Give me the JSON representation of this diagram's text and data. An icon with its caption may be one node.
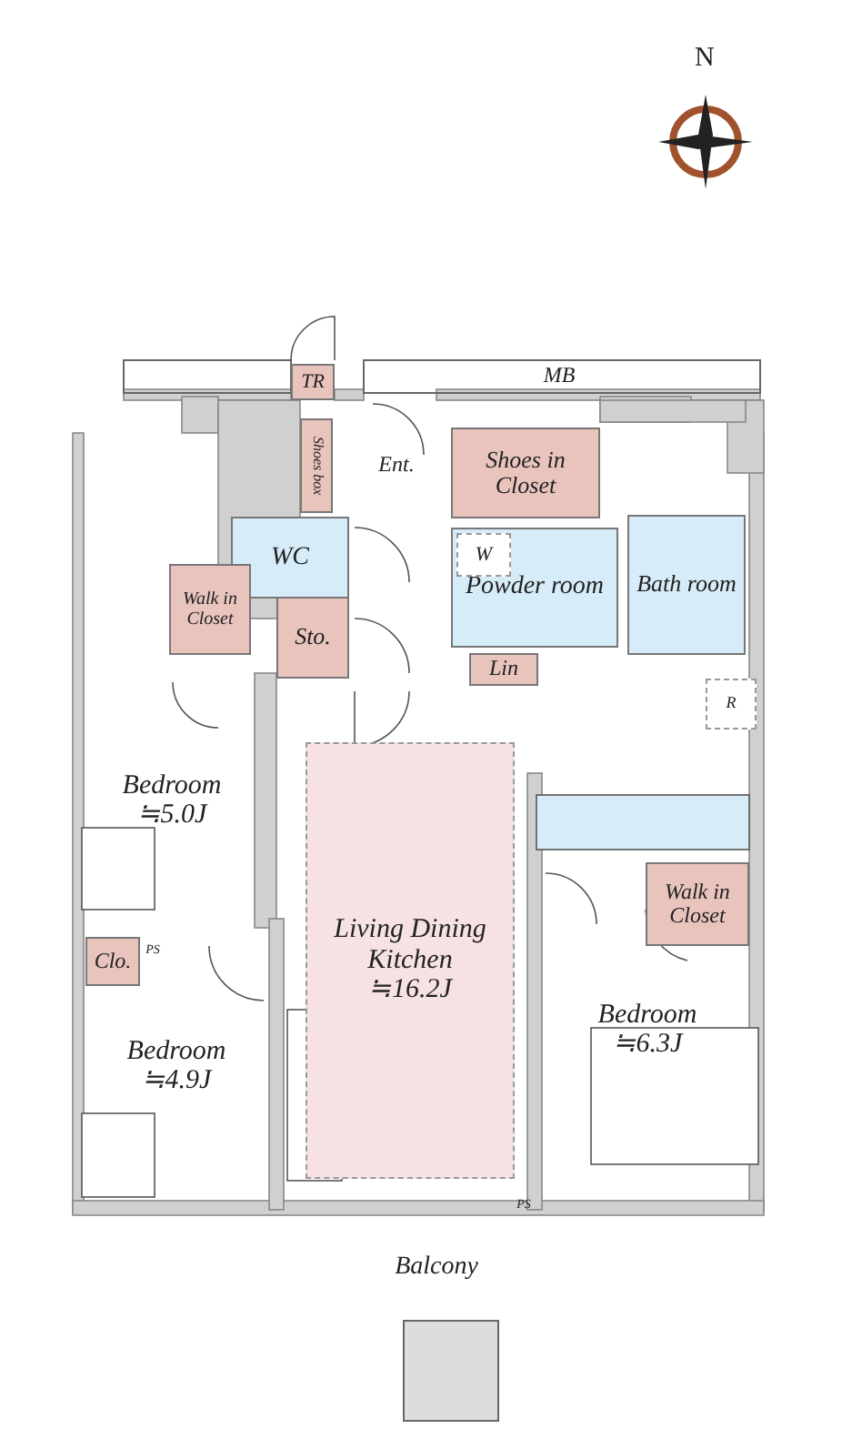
{
  "diagram": {
    "nodes": [
      {
        "text": [
          "TR"
        ]
      },
      {
        "text": [
          "MB"
        ]
      },
      {
        "text": [
          "Shoes box"
        ]
      },
      {
        "text": [
          "Ent."
        ]
      },
      {
        "text": [
          "Shoes in Closet"
        ]
      },
      {
        "text": [
          "WC"
        ]
      },
      {
        "text": [
          "Powder room"
        ]
      },
      {
        "text": [
          "W"
        ],
        "in": 6
      },
      {
        "text": [
          "Bath room"
        ]
      },
      {
        "text": [
          "Walk in Closet"
        ]
      },
      {
        "text": [
          "Sto."
        ]
      },
      {
        "text": [
          "Lin"
        ]
      },
      {
        "text": [
          "R"
        ]
      },
      {
        "text": [
          "Bedroom",
          "≒5.0J"
        ]
      },
      {
        "text": [
          "Living Dining Kitchen",
          "≒16.2J"
        ]
      },
      {
        "text": [
          "Bedroom",
          "≒6.3J"
        ]
      },
      {
        "text": [
          "Walk in Closet"
        ],
        "in": 15
      },
      {
        "text": [
          "Bedroom",
          "≒4.9J"
        ]
      },
      {
        "text": [
          "Clo."
        ],
        "in": 17
      },
      {
        "text": [
          "PS"
        ],
        "in": 17
      },
      {
        "text": [
          "PS"
        ]
      },
      {
        "text": [
          "Balcony"
        ]
      }
    ],
    "edges": [],
    "labels": [
      "N"
    ]
  }
}
